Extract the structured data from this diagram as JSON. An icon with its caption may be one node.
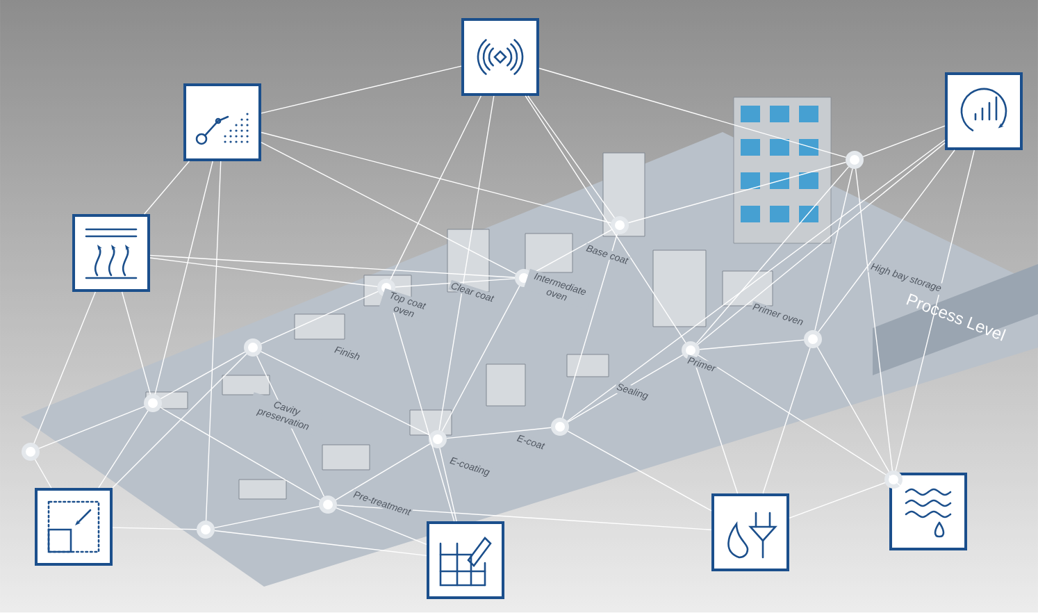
{
  "diagram": {
    "nodes": [
      {
        "text": [],
        "shape": "picture"
      },
      {
        "text": [],
        "shape": "picture"
      },
      {
        "text": [],
        "shape": "picture"
      },
      {
        "text": [],
        "shape": "picture"
      },
      {
        "text": [],
        "shape": "picture"
      },
      {
        "text": [],
        "shape": "picture"
      },
      {
        "text": [],
        "shape": "picture"
      },
      {
        "text": [],
        "shape": "picture"
      },
      {
        "text": [],
        "shape": "circle"
      },
      {
        "text": [],
        "shape": "circle"
      },
      {
        "text": [],
        "shape": "circle"
      },
      {
        "text": [],
        "shape": "circle"
      },
      {
        "text": [],
        "shape": "circle"
      },
      {
        "text": [],
        "shape": "circle"
      },
      {
        "text": [],
        "shape": "circle"
      },
      {
        "text": [],
        "shape": "circle"
      },
      {
        "text": [],
        "shape": "circle"
      },
      {
        "text": [],
        "shape": "circle"
      },
      {
        "text": [],
        "shape": "circle"
      },
      {
        "text": [],
        "shape": "circle"
      },
      {
        "text": [],
        "shape": "circle"
      },
      {
        "text": [],
        "shape": "circle"
      }
    ],
    "edges": [
      {
        "from": 0,
        "to": 1,
        "arrow": "none"
      },
      {
        "from": 0,
        "to": 2,
        "arrow": "none"
      },
      {
        "from": 0,
        "to": 13,
        "arrow": "none"
      },
      {
        "from": 0,
        "to": 12,
        "arrow": "none"
      },
      {
        "from": 0,
        "to": 15,
        "arrow": "none"
      },
      {
        "from": 0,
        "to": 9,
        "arrow": "none"
      },
      {
        "from": 1,
        "to": 13,
        "arrow": "none"
      },
      {
        "from": 1,
        "to": 14,
        "arrow": "none"
      },
      {
        "from": 1,
        "to": 11,
        "arrow": "none"
      },
      {
        "from": 1,
        "to": 17,
        "arrow": "none"
      },
      {
        "from": 1,
        "to": 19,
        "arrow": "none"
      },
      {
        "from": 2,
        "to": 9,
        "arrow": "none"
      },
      {
        "from": 2,
        "to": 11,
        "arrow": "none"
      },
      {
        "from": 2,
        "to": 12,
        "arrow": "none"
      },
      {
        "from": 2,
        "to": 8,
        "arrow": "none"
      },
      {
        "from": 3,
        "to": 14,
        "arrow": "none"
      },
      {
        "from": 3,
        "to": 20,
        "arrow": "none"
      },
      {
        "from": 3,
        "to": 19,
        "arrow": "none"
      },
      {
        "from": 3,
        "to": 21,
        "arrow": "none"
      },
      {
        "from": 3,
        "to": 18,
        "arrow": "none"
      },
      {
        "from": 4,
        "to": 8,
        "arrow": "none"
      },
      {
        "from": 4,
        "to": 9,
        "arrow": "none"
      },
      {
        "from": 4,
        "to": 15,
        "arrow": "none"
      },
      {
        "from": 4,
        "to": 10,
        "arrow": "none"
      },
      {
        "from": 5,
        "to": 17,
        "arrow": "none"
      },
      {
        "from": 5,
        "to": 16,
        "arrow": "none"
      },
      {
        "from": 5,
        "to": 11,
        "arrow": "none"
      },
      {
        "from": 5,
        "to": 15,
        "arrow": "none"
      },
      {
        "from": 6,
        "to": 19,
        "arrow": "none"
      },
      {
        "from": 6,
        "to": 20,
        "arrow": "none"
      },
      {
        "from": 6,
        "to": 16,
        "arrow": "none"
      },
      {
        "from": 6,
        "to": 18,
        "arrow": "none"
      },
      {
        "from": 6,
        "to": 21,
        "arrow": "none"
      },
      {
        "from": 7,
        "to": 21,
        "arrow": "none"
      },
      {
        "from": 21,
        "to": 14,
        "arrow": "none"
      },
      {
        "from": 21,
        "to": 19,
        "arrow": "none"
      },
      {
        "from": 21,
        "to": 20,
        "arrow": "none"
      },
      {
        "from": 8,
        "to": 9,
        "arrow": "none"
      },
      {
        "from": 9,
        "to": 10,
        "arrow": "none"
      },
      {
        "from": 10,
        "to": 11,
        "arrow": "none"
      },
      {
        "from": 11,
        "to": 12,
        "arrow": "none"
      },
      {
        "from": 12,
        "to": 13,
        "arrow": "none"
      },
      {
        "from": 13,
        "to": 14,
        "arrow": "none"
      },
      {
        "from": 14,
        "to": 19,
        "arrow": "none"
      },
      {
        "from": 14,
        "to": 20,
        "arrow": "none"
      },
      {
        "from": 10,
        "to": 17,
        "arrow": "none"
      },
      {
        "from": 15,
        "to": 16,
        "arrow": "none"
      },
      {
        "from": 16,
        "to": 17,
        "arrow": "none"
      },
      {
        "from": 17,
        "to": 18,
        "arrow": "none"
      },
      {
        "from": 18,
        "to": 19,
        "arrow": "none"
      },
      {
        "from": 19,
        "to": 20,
        "arrow": "none"
      },
      {
        "from": 9,
        "to": 16,
        "arrow": "none"
      },
      {
        "from": 10,
        "to": 16,
        "arrow": "none"
      },
      {
        "from": 12,
        "to": 17,
        "arrow": "none"
      },
      {
        "from": 13,
        "to": 18,
        "arrow": "none"
      }
    ],
    "labels": [
      "Cavity preservation",
      "Finish",
      "Top coat oven",
      "Clear coat",
      "Intermediate oven",
      "Base coat",
      "High bay storage",
      "Primer oven",
      "Primer",
      "Sealing",
      "E-coat",
      "E-coating",
      "Pre-treatment",
      "Process Level"
    ]
  }
}
